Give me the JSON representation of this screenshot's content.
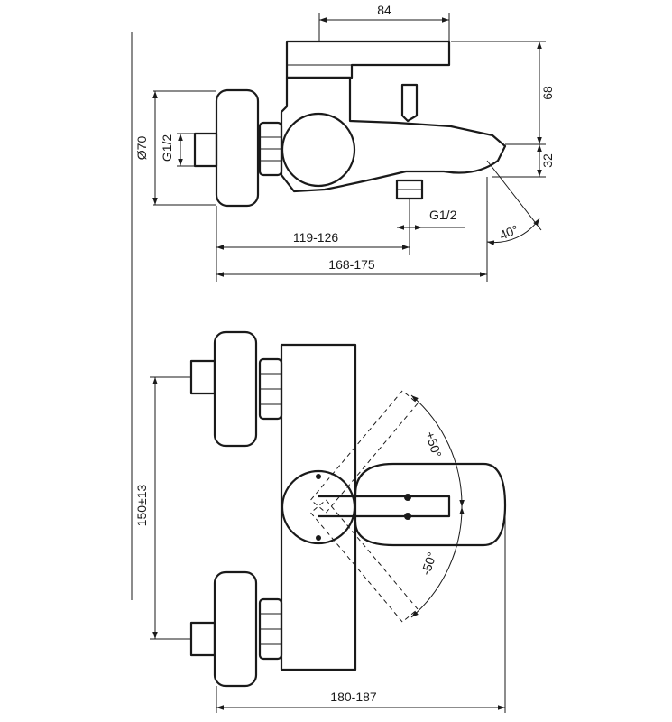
{
  "dimensions": {
    "top_width": "84",
    "height_upper": "68",
    "height_lower": "32",
    "diameter": "Ø70",
    "thread_inlet": "G1/2",
    "thread_outlet": "G1/2",
    "angle_spout": "40°",
    "depth_inner": "119-126",
    "depth_outer": "168-175",
    "center_spacing": "150±13",
    "rotation_plus": "+50°",
    "rotation_minus": "-50°",
    "overall_width": "180-187"
  }
}
